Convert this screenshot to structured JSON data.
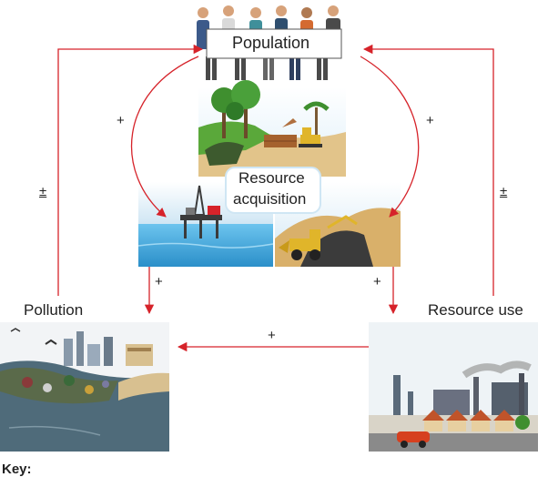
{
  "nodes": {
    "population": "Population",
    "resource_acquisition_line1": "Resource",
    "resource_acquisition_line2": "acquisition",
    "pollution": "Pollution",
    "resource_use": "Resource use"
  },
  "signs": {
    "plus": "+",
    "plus_minus": "±"
  },
  "key_label": "Key:",
  "colors": {
    "arrow": "#d6232a",
    "sea": "#3aa3d8",
    "sand": "#d9b06a",
    "coal": "#3b3b3b",
    "grass": "#5aa83a",
    "river": "#4f6b7a"
  }
}
